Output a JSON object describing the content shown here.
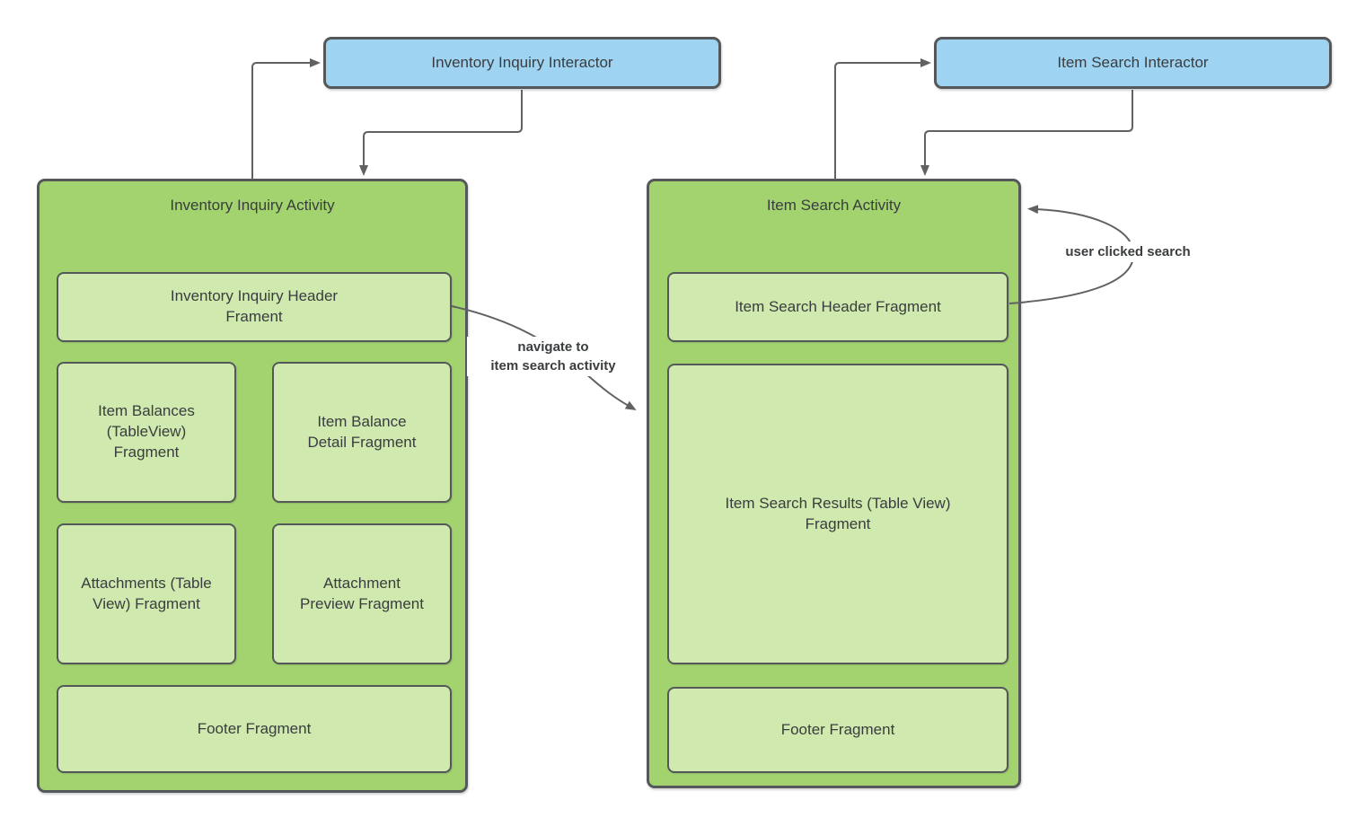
{
  "colors": {
    "interactor_fill": "#9ed4f2",
    "activity_fill": "#a2d36f",
    "fragment_fill": "#cfe9ae",
    "shape_border": "#55585a",
    "connector": "#5f6163",
    "text": "#3a3d3f"
  },
  "interactors": {
    "inventory_inquiry": {
      "label": "Inventory Inquiry Interactor"
    },
    "item_search": {
      "label": "Item Search Interactor"
    }
  },
  "activities": {
    "inventory_inquiry": {
      "title": "Inventory Inquiry Activity",
      "fragments": {
        "header": {
          "label": "Inventory Inquiry Header Frament"
        },
        "item_balances": {
          "label": "Item Balances (TableView) Fragment"
        },
        "item_balance_detail": {
          "label": "Item Balance Detail Fragment"
        },
        "attachments": {
          "label": "Attachments (Table View) Fragment"
        },
        "attachment_preview": {
          "label": "Attachment Preview Fragment"
        },
        "footer": {
          "label": "Footer Fragment"
        }
      }
    },
    "item_search": {
      "title": "Item Search Activity",
      "fragments": {
        "header": {
          "label": "Item Search Header Fragment"
        },
        "results": {
          "label": "Item Search Results (Table View) Fragment"
        },
        "footer": {
          "label": "Footer Fragment"
        }
      }
    }
  },
  "edges": {
    "inventory_activity_to_interactor": {
      "from": "inventory-inquiry-activity",
      "to": "inventory-inquiry-interactor"
    },
    "inventory_interactor_to_activity": {
      "from": "inventory-inquiry-interactor",
      "to": "inventory-inquiry-activity"
    },
    "search_activity_to_interactor": {
      "from": "item-search-activity",
      "to": "item-search-interactor"
    },
    "search_interactor_to_activity": {
      "from": "item-search-interactor",
      "to": "item-search-activity"
    },
    "navigate_to_item_search": {
      "from": "inventory-inquiry-header-fragment",
      "to": "item-search-activity",
      "label_line1": "navigate to",
      "label_line2": "item search activity"
    },
    "user_clicked_search": {
      "from": "item-search-header-fragment",
      "to": "item-search-activity",
      "label": "user clicked search"
    }
  }
}
